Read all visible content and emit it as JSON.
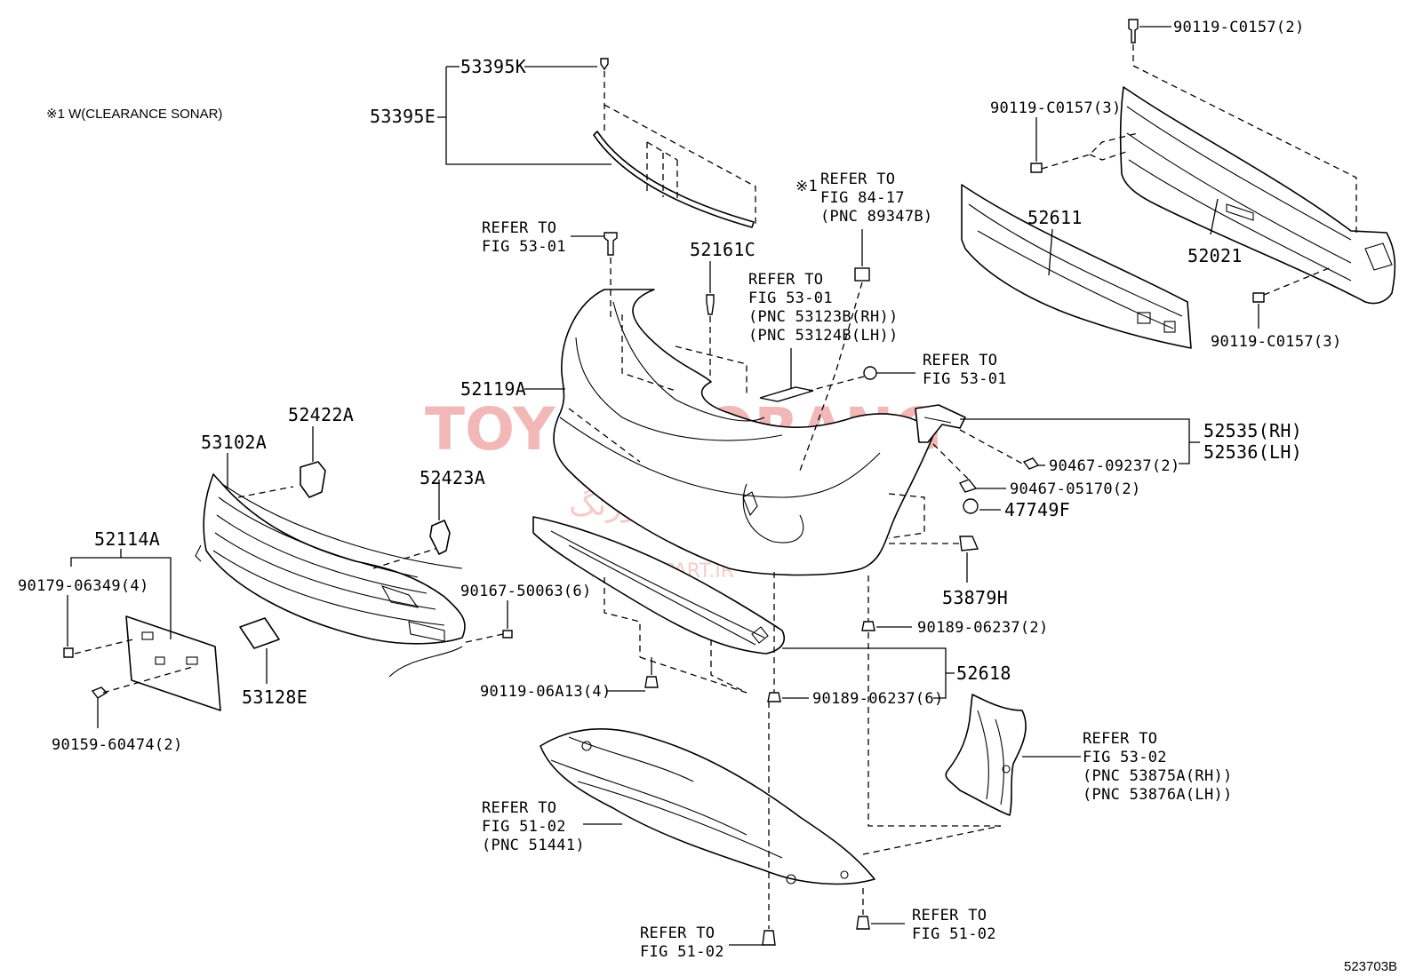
{
  "note": "※1 W(CLEARANCE SONAR)",
  "watermark": {
    "brand": "TOYOTA ORANG",
    "farsi": "تویوتا اورنگ",
    "url": "TOYOTAPART.IR"
  },
  "figure_code": "523703B",
  "labels": {
    "p53395K": "53395K",
    "p53395E": "53395E",
    "p52161C": "52161C",
    "p52119A": "52119A",
    "p52422A": "52422A",
    "p53102A": "53102A",
    "p52423A": "52423A",
    "p52114A": "52114A",
    "p90179": "90179-06349(4)",
    "p90159": "90159-60474(2)",
    "p53128E": "53128E",
    "p90167": "90167-50063(6)",
    "p90119_06A13": "90119-06A13(4)",
    "p52611": "52611",
    "p52021": "52021",
    "p90119_top": "90119-C0157(2)",
    "p90119_mid": "90119-C0157(3)",
    "p90119_low": "90119-C0157(3)",
    "p52535": "52535(RH)",
    "p52536": "52536(LH)",
    "p90467_09237": "90467-09237(2)",
    "p90467_05170": "90467-05170(2)",
    "p47749F": "47749F",
    "p53879H": "53879H",
    "p90189_a": "90189-06237(2)",
    "p90189_b": "90189-06237(6)",
    "p52618": "52618"
  },
  "refs": {
    "r5301_top": [
      "REFER TO",
      "FIG 53-01"
    ],
    "r8417": [
      "REFER TO",
      "FIG 84-17",
      "(PNC 89347B)"
    ],
    "r8417_mark": "※1",
    "r5301_pnc": [
      "REFER TO",
      "FIG 53-01",
      "(PNC 53123B(RH))",
      "(PNC 53124B(LH))"
    ],
    "r5301_right": [
      "REFER TO",
      "FIG 53-01"
    ],
    "r5302": [
      "REFER TO",
      "FIG 53-02",
      "(PNC 53875A(RH))",
      "(PNC 53876A(LH))"
    ],
    "r5102_pnc": [
      "REFER TO",
      "FIG 51-02",
      "(PNC 51441)"
    ],
    "r5102_bottom_left": [
      "REFER TO",
      "FIG 51-02"
    ],
    "r5102_bottom_right": [
      "REFER TO",
      "FIG 51-02"
    ]
  }
}
